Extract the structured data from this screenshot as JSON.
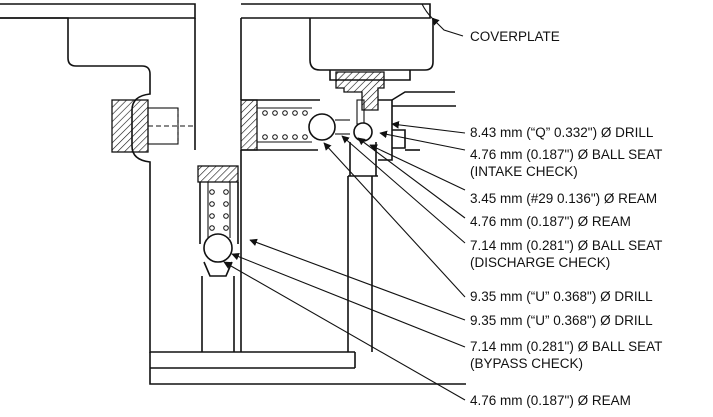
{
  "diagram": {
    "labels": {
      "coverplate": "COVERPLATE",
      "l1": "8.43 mm (“Q” 0.332\") Ø DRILL",
      "l2a": "4.76 mm (0.187\") Ø BALL SEAT",
      "l2b": "(INTAKE CHECK)",
      "l3": "3.45 mm (#29  0.136\") Ø REAM",
      "l4": "4.76 mm (0.187\") Ø REAM",
      "l5a": "7.14 mm (0.281\") Ø BALL SEAT",
      "l5b": "(DISCHARGE CHECK)",
      "l6": "9.35 mm (“U” 0.368\") Ø DRILL",
      "l7": "9.35 mm (“U” 0.368\") Ø DRILL",
      "l8a": "7.14 mm (0.281\") Ø BALL SEAT",
      "l8b": "(BYPASS CHECK)",
      "l9": "4.76 mm (0.187\") Ø REAM"
    }
  }
}
